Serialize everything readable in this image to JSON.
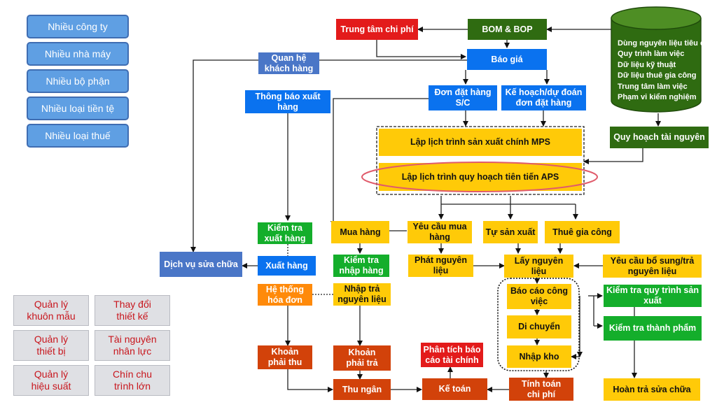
{
  "side_panel": [
    "Nhiều công ty",
    "Nhiều nhà máy",
    "Nhiều bộ phận",
    "Nhiều loại tiền tệ",
    "Nhiều loại thuế"
  ],
  "management": [
    "Quản lý\nkhuôn mẫu",
    "Thay đổi\nthiết kế",
    "Quản lý\nthiết bị",
    "Tài nguyên\nnhân lực",
    "Quản lý\nhiệu suất",
    "Chín chu\ntrình lớn"
  ],
  "database": {
    "items": [
      "Dùng nguyên liệu tiêu chuẩn",
      "Quy trình làm việc",
      "Dữ liệu kỹ thuật",
      "Dữ liệu thuê gia công",
      "Trung tâm làm việc",
      "Phạm vi kiểm nghiệm"
    ]
  },
  "nodes": {
    "cost_center": "Trung tâm chi phí",
    "bom_bop": "BOM & BOP",
    "quote": "Báo giá",
    "customer_relations": "Quan hệ\nkhách hàng",
    "shipping_notice": "Thông báo xuất\nhàng",
    "sales_order": "Đơn đặt hàng\nS/C",
    "order_forecast": "Kế hoạch/dự đoán\nđơn đặt hàng",
    "resource_planning": "Quy hoạch tài nguyên",
    "mps": "Lập lịch trình sản xuất chính MPS",
    "aps": "Lập lịch trình quy hoạch tiên tiến APS",
    "purchase_request": "Yêu cầu mua\nhàng",
    "self_production": "Tự sản xuất",
    "outsourcing": "Thuê gia công",
    "purchasing": "Mua hàng",
    "shipment_check": "Kiểm tra\nxuất hàng",
    "repair_service": "Dịch vụ sửa chữa",
    "shipping": "Xuất hàng",
    "invoice_system": "Hệ thống\nhóa đơn",
    "receiving_check": "Kiểm tra\nnhập hàng",
    "material_issue": "Phát nguyên\nliệu",
    "material_pick": "Lấy nguyên\nliệu",
    "material_supplement": "Yêu cầu bổ sung/trả\nnguyên liệu",
    "material_return": "Nhập trả\nnguyên liệu",
    "work_report": "Báo cáo công\nviệc",
    "process_check": "Kiểm tra quy trình sản\nxuất",
    "move": "Di chuyển",
    "finished_check": "Kiểm tra thành phẩm",
    "receivables": "Khoản\nphải thu",
    "payables": "Khoản\nphải trả",
    "financial_report": "Phân tích báo\ncáo tài chính",
    "warehouse_in": "Nhập kho",
    "cashier": "Thu ngân",
    "accounting": "Kế toán",
    "cost_calc": "Tính toán\nchi phí",
    "repair_return": "Hoàn trả sửa chữa"
  },
  "colors": {
    "red": "#e31b1b",
    "dark_green": "#2f6b11",
    "blue": "#0a72ef",
    "yellow": "#ffca08",
    "green": "#14ae2b",
    "orange": "#ff8a0a",
    "rust": "#d2420a",
    "steel": "#4a76c7",
    "aps_highlight": "#e05b6b"
  }
}
